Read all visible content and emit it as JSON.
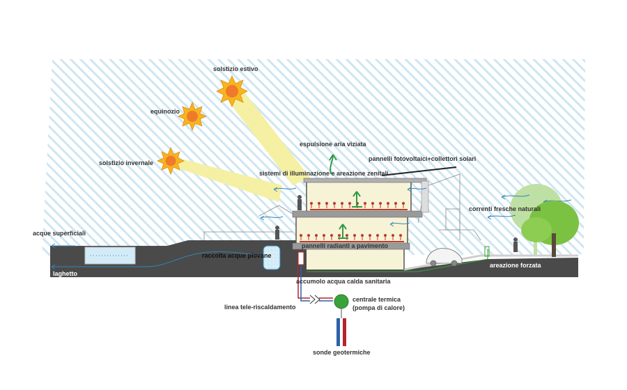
{
  "labels": {
    "solstice_summer": "solstizio estivo",
    "equinox": "equinozio",
    "solstice_winter": "solstizio invernale",
    "exhaust_air": "espulsione aria viziata",
    "pv_panels": "pannelli fotovoltaici+collettori solari",
    "zenith_systems": "sistemi di illuminazione e areazione zenitali",
    "surface_water": "acque superficiali",
    "fresh_currents": "correnti fresche naturali",
    "radiant_panels": "pannelli radianti a pavimento",
    "rain_collection": "raccolta acque piovane",
    "pond": "laghetto",
    "forced_air": "areazione forzata",
    "hot_water_storage": "accumolo acqua calda sanitaria",
    "district_heating": "linea tele-riscaldamento",
    "thermal_plant_1": "centrale termica",
    "thermal_plant_2": "(pompa di calore)",
    "geothermal": "sonde geotermiche"
  },
  "colors": {
    "sky_hatch": "#c9e3f1",
    "ground": "#4a4a4a",
    "floor_fill": "#f7f3d6",
    "slab": "#9a9a9a",
    "sun_outer": "#f7b51e",
    "sun_inner": "#f07a2c",
    "sun_ray": "#f4ef9e",
    "water": "#d2ebf6",
    "wind": "#2f86b8",
    "exhaust": "#2f9a47",
    "radiant": "#c0392b",
    "tree": "#7cc242",
    "tree_light": "#bfe0a5",
    "plant_green": "#3aa23a",
    "hot_pipe": "#b5252b",
    "cold_pipe": "#2f5fa8"
  }
}
